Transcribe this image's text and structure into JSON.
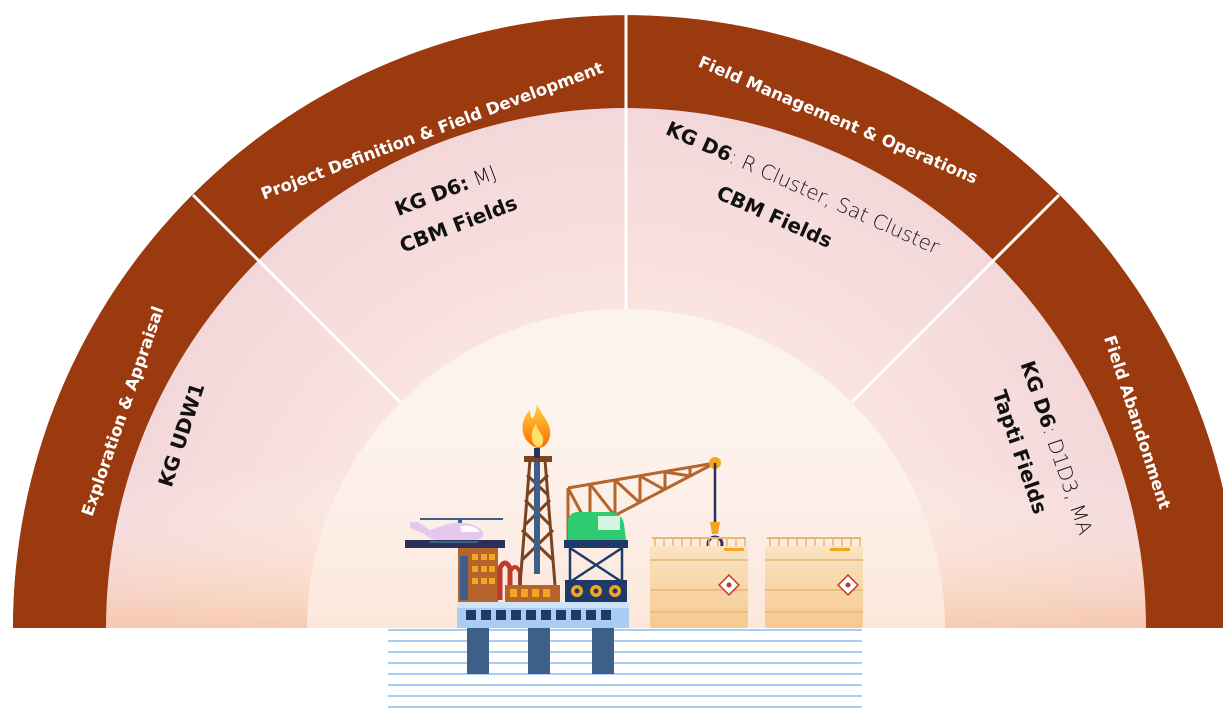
{
  "colors": {
    "band": "#9c3a0f",
    "divider": "#ffffff",
    "inner_arc": "#fdf3ee",
    "sector_light_pink": "#f6e2e6",
    "sector_peach": "#f6cdb5",
    "water": "#a9ccf2"
  },
  "phases": [
    {
      "band_label": "Exploration & Appraisal",
      "content": [
        {
          "bold": "KG UDW1",
          "rest": ""
        }
      ]
    },
    {
      "band_label": "Project Definition & Field Development",
      "content": [
        {
          "bold": "KG D6:",
          "rest": " MJ"
        },
        {
          "bold": "CBM Fields",
          "rest": ""
        }
      ]
    },
    {
      "band_label": "Field Management & Operations",
      "content": [
        {
          "bold": "KG D6",
          "rest": ": R Cluster, Sat Cluster"
        },
        {
          "bold": "CBM Fields",
          "rest": ""
        }
      ]
    },
    {
      "band_label": "Field Abandonment",
      "content": [
        {
          "bold": "KG D6",
          "rest": ": D1D3, MA"
        },
        {
          "bold": "Tapti Fields",
          "rest": ""
        }
      ]
    }
  ],
  "illustration": {
    "icons": [
      "offshore-rig-icon",
      "flare-flame-icon",
      "crane-icon",
      "helicopter-icon",
      "storage-tank-icon",
      "sea-water-icon"
    ]
  }
}
